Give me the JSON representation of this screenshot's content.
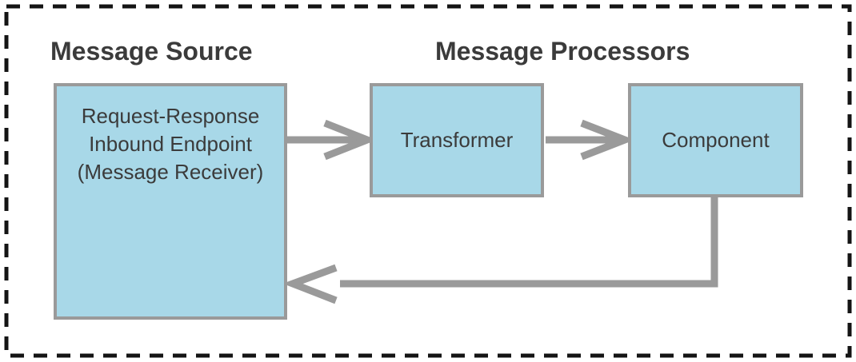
{
  "headings": {
    "source": "Message Source",
    "processors": "Message Processors"
  },
  "nodes": {
    "endpoint": {
      "label": "Request-Response Inbound Endpoint (Message Receiver)",
      "lines": [
        "Request-Response",
        "Inbound Endpoint",
        "(Message Receiver)"
      ]
    },
    "transformer": {
      "label": "Transformer"
    },
    "component": {
      "label": "Component"
    }
  },
  "edges": [
    {
      "from": "endpoint",
      "to": "transformer",
      "direction": "right"
    },
    {
      "from": "transformer",
      "to": "component",
      "direction": "right"
    },
    {
      "from": "component",
      "to": "endpoint",
      "direction": "down-then-left"
    }
  ],
  "colors": {
    "node_fill": "#a8d8e8",
    "node_border": "#9a9a9a",
    "arrow": "#9a9a9a",
    "text": "#3b3b3b",
    "frame_dash": "#141414",
    "background": "#ffffff"
  }
}
